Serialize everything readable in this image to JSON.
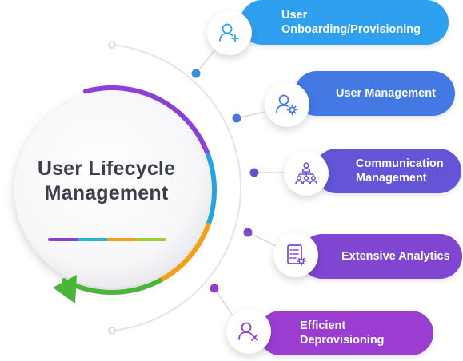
{
  "title": "User Lifecycle Management",
  "underline_colors": [
    "#8e3fd3",
    "#2bb0d8",
    "#f2a21a",
    "#9bcf3a"
  ],
  "ring_colors": {
    "purple": "#8f3ed6",
    "blue": "#2aa3dd",
    "orange": "#f0a019",
    "green": "#4bb53a"
  },
  "steps": [
    {
      "label": "User Onboarding/Provisioning",
      "color": "#2f9ff0",
      "dot": "#3592d8",
      "icon": "user-plus-icon"
    },
    {
      "label": "User Management",
      "color": "#4479e4",
      "dot": "#4a76d9",
      "icon": "user-gear-icon"
    },
    {
      "label": "Communication\nManagement",
      "color": "#6455d6",
      "dot": "#6352cc",
      "icon": "team-hierarchy-icon"
    },
    {
      "label": "Extensive Analytics",
      "color": "#8046d2",
      "dot": "#7b49c9",
      "icon": "checklist-gear-icon"
    },
    {
      "label": "Efficient Deprovisioning",
      "color": "#9a3dd0",
      "dot": "#9340c4",
      "icon": "user-remove-icon"
    }
  ]
}
